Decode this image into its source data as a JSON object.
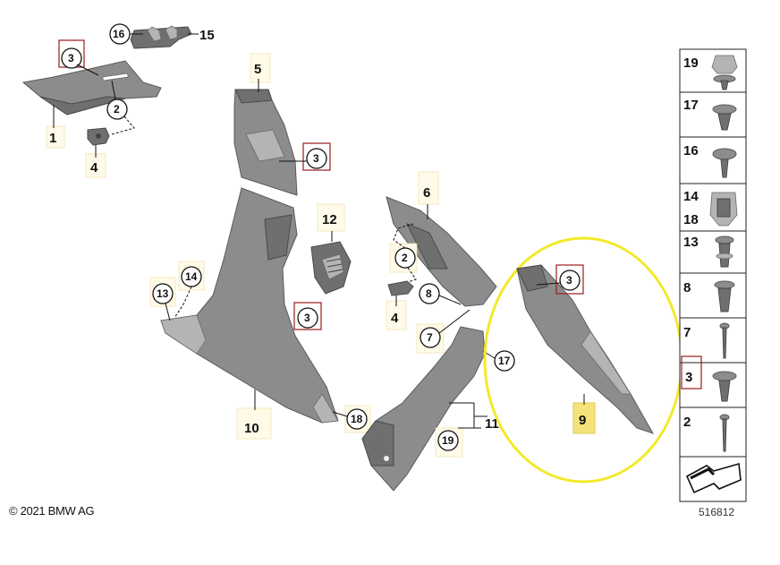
{
  "labels": {
    "l1": "1",
    "l2a": "2",
    "l2b": "2",
    "l3a": "3",
    "l3b": "3",
    "l3c": "3",
    "l3d": "3",
    "l4a": "4",
    "l4b": "4",
    "l5": "5",
    "l6": "6",
    "l7": "7",
    "l8": "8",
    "l9": "9",
    "l10": "10",
    "l11": "11",
    "l12": "12",
    "l13": "13",
    "l14": "14",
    "l15": "15",
    "l16": "16",
    "l17": "17",
    "l18": "18",
    "l19": "19"
  },
  "legend": {
    "items": [
      "19",
      "17",
      "16",
      "14",
      "18",
      "13",
      "8",
      "7",
      "3",
      "2"
    ]
  },
  "footer": {
    "copyright": "© 2021 BMW AG",
    "diagram_number": "516812"
  },
  "highlight": {
    "color": "#f2ea2a",
    "target_part": "9"
  }
}
